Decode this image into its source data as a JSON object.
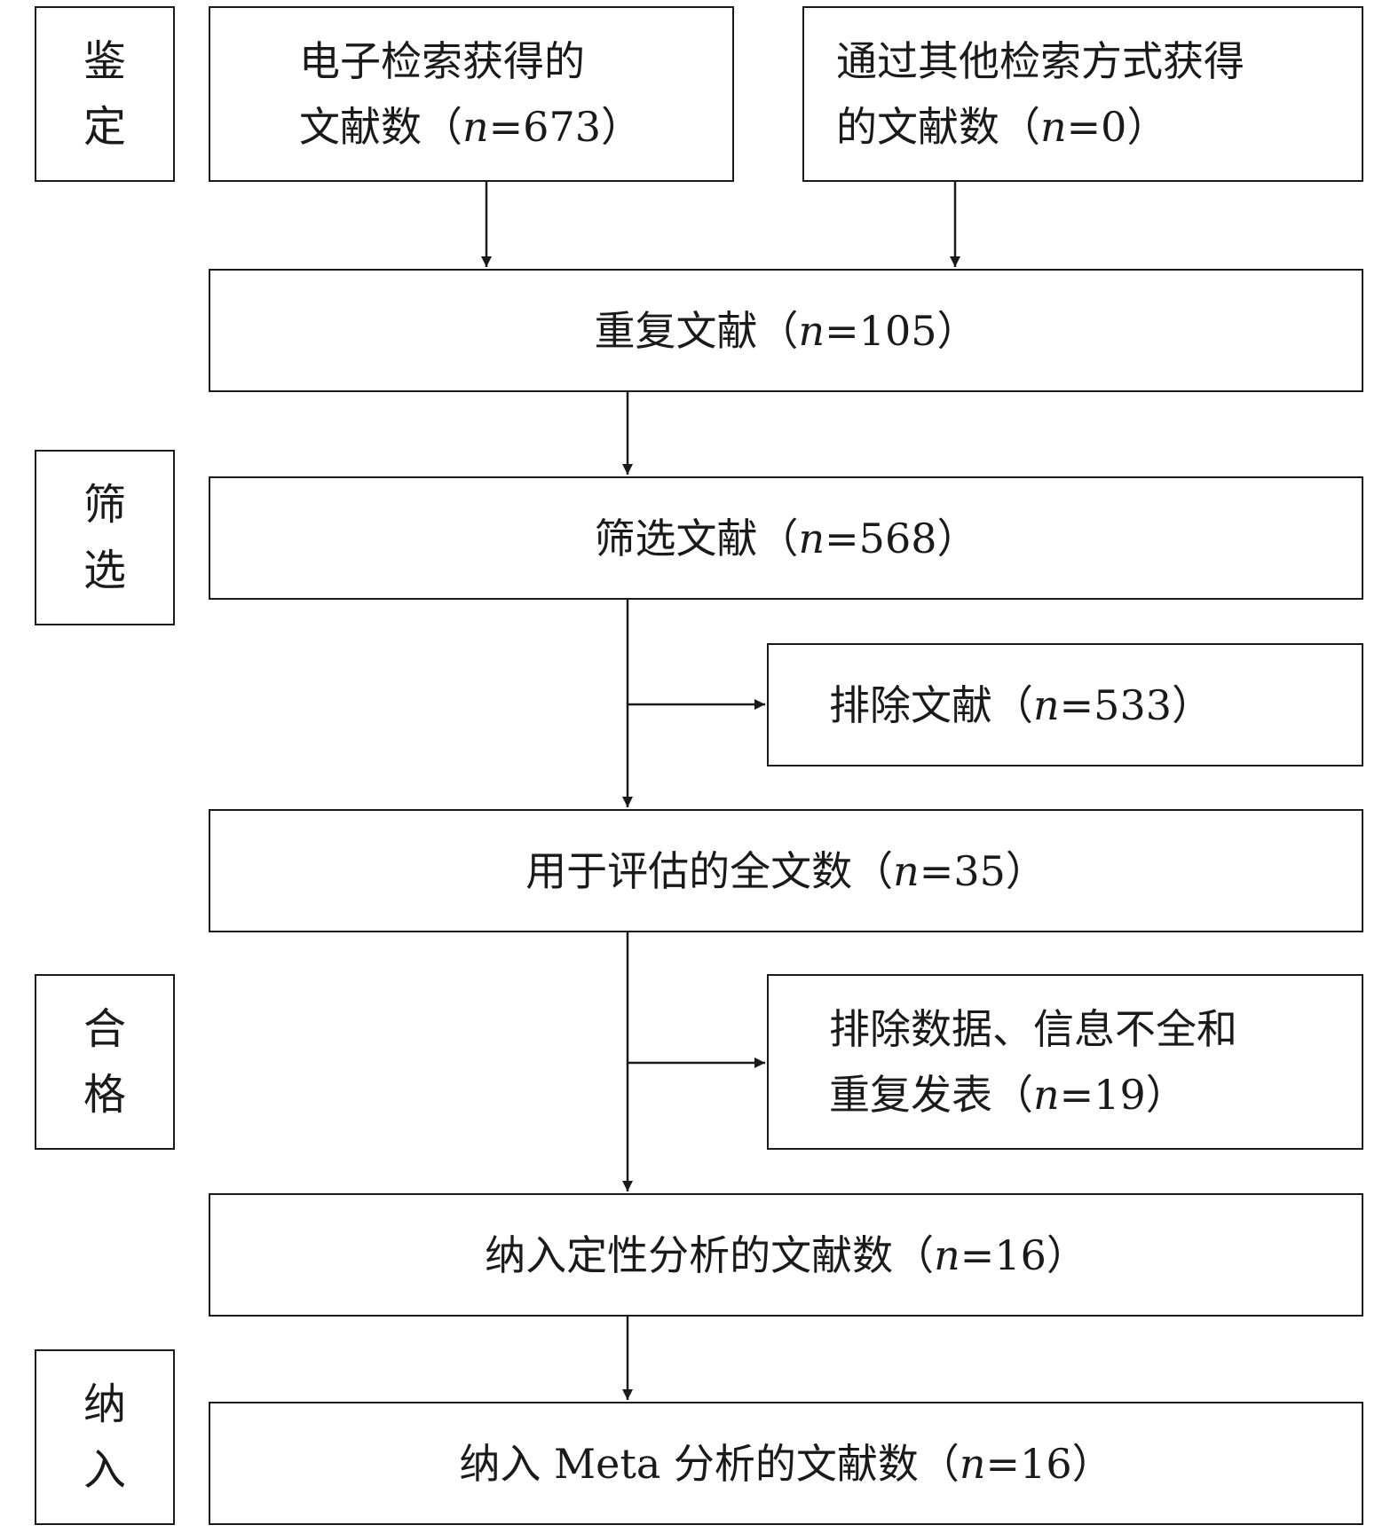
{
  "stages": {
    "identification": "鉴定",
    "screening": "筛选",
    "eligibility": "合格",
    "included": "纳入"
  },
  "nodes": {
    "electronic_search": {
      "line1": "电子检索获得的",
      "prefix": "文献数（",
      "nvar": "n",
      "value": "=673",
      "suffix": "）"
    },
    "other_search": {
      "line1": "通过其他检索方式获得",
      "prefix": "的文献数（",
      "nvar": "n",
      "value": "=0",
      "suffix": "）"
    },
    "duplicates": {
      "prefix": "重复文献（",
      "nvar": "n",
      "value": "=105",
      "suffix": "）"
    },
    "screened": {
      "prefix": "筛选文献（",
      "nvar": "n",
      "value": "=568",
      "suffix": "）"
    },
    "excluded_screen": {
      "prefix": "排除文献（",
      "nvar": "n",
      "value": "=533",
      "suffix": "）"
    },
    "fulltext": {
      "prefix": "用于评估的全文数（",
      "nvar": "n",
      "value": "=35",
      "suffix": "）"
    },
    "excluded_fulltext": {
      "line1": "排除数据、信息不全和",
      "prefix": "重复发表（",
      "nvar": "n",
      "value": "=19",
      "suffix": "）"
    },
    "qualitative": {
      "prefix": "纳入定性分析的文献数（",
      "nvar": "n",
      "value": "=16",
      "suffix": "）"
    },
    "meta": {
      "prefix": "纳入 Meta 分析的文献数（",
      "nvar": "n",
      "value": "=16",
      "suffix": "）"
    }
  }
}
